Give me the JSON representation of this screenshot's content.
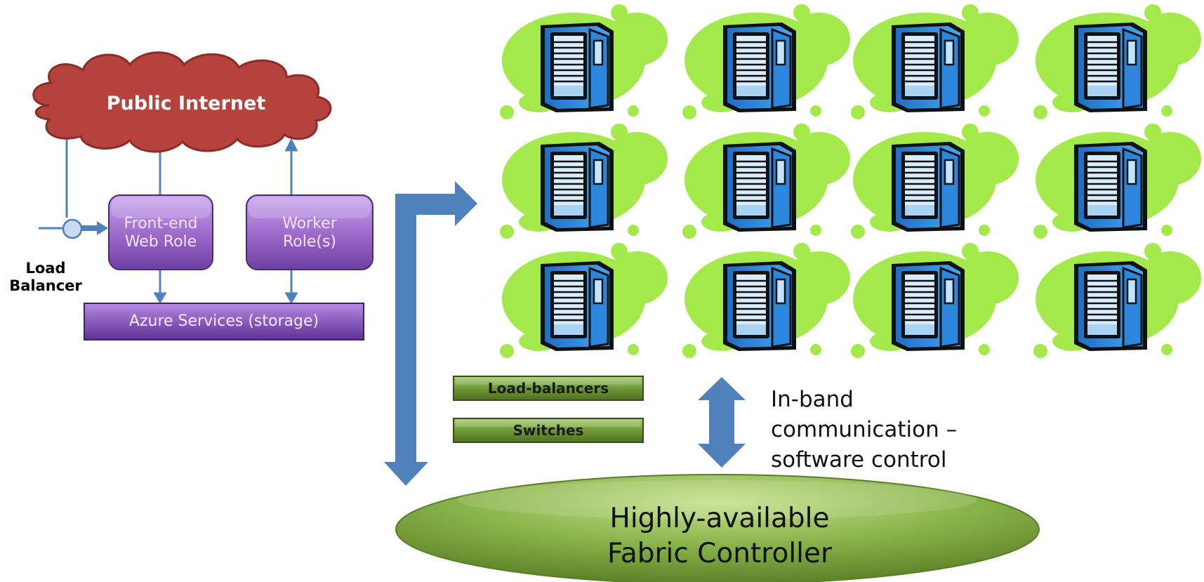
{
  "cloud": {
    "label": "Public Internet",
    "color": "#b5423d"
  },
  "roles": {
    "front_end": [
      "Front-end",
      "Web Role"
    ],
    "worker": [
      "Worker",
      "Role(s)"
    ],
    "color": "#9b68c9"
  },
  "azure_services": {
    "label": "Azure Services (storage)",
    "color": "#8a5bbd"
  },
  "load_balancer_label": [
    "Load",
    "Balancer"
  ],
  "datacenter": {
    "rows": 3,
    "columns": 4,
    "server_icon": "server-tower-icon",
    "blob_color": "#a3e94a",
    "server_color": "#2f8fe0"
  },
  "network_boxes": {
    "load_balancers": "Load-balancers",
    "switches": "Switches",
    "color": "#6f9a38"
  },
  "in_band": {
    "lines": [
      "In-band",
      "communication –",
      "software control"
    ]
  },
  "fabric_controller": {
    "lines": [
      "Highly-available",
      "Fabric Controller"
    ],
    "color": "#7aa43a"
  },
  "arrow_color": "#4f81bd"
}
